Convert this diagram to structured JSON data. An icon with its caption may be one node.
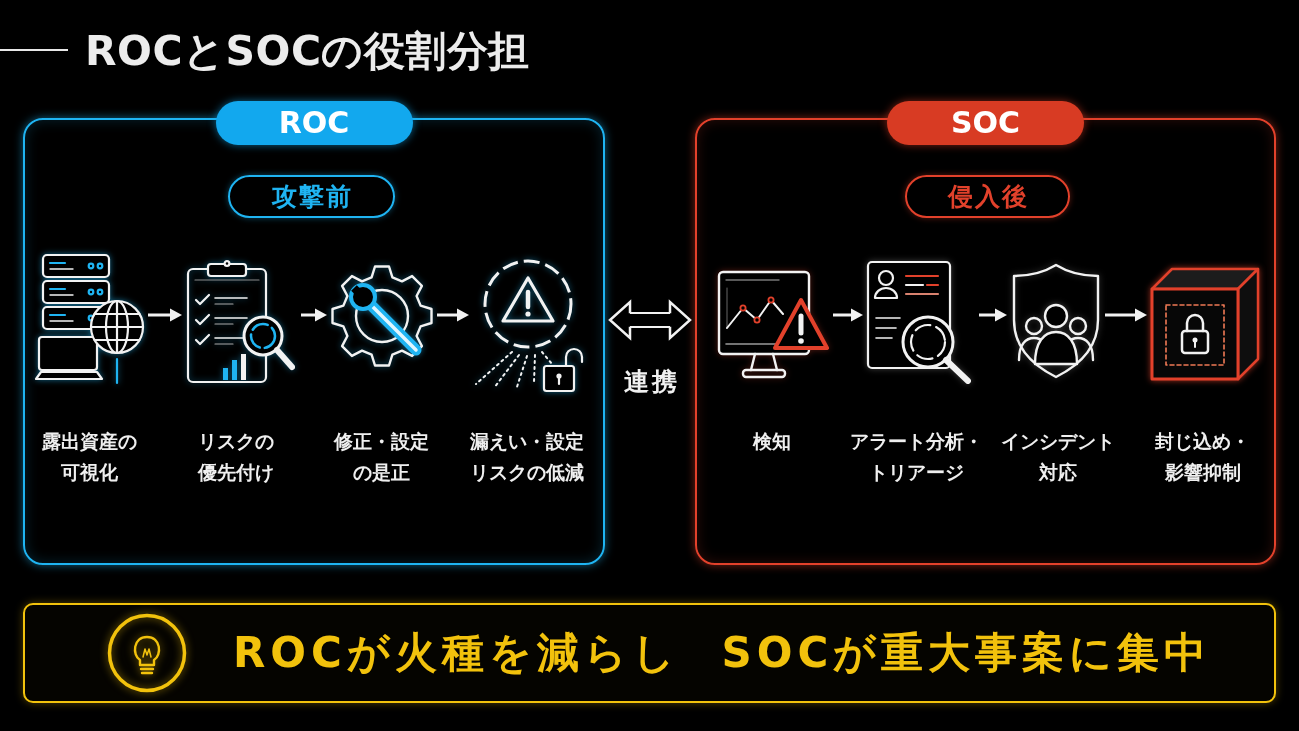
{
  "diagram": {
    "title": "ROCとSOCの役割分担",
    "nodes": [
      {
        "text": [
          "ROC"
        ]
      },
      {
        "text": [
          "攻撃前"
        ],
        "in": 0
      },
      {
        "text": [],
        "shape": "picture",
        "in": 0,
        "beside": [
          "露出資産の可視化"
        ]
      },
      {
        "text": [],
        "shape": "picture",
        "in": 0,
        "beside": [
          "リスクの優先付け"
        ]
      },
      {
        "text": [],
        "shape": "picture",
        "in": 0,
        "beside": [
          "修正・設定の是正"
        ]
      },
      {
        "text": [],
        "shape": "picture",
        "in": 0,
        "beside": [
          "漏えい・設定リスクの低減"
        ]
      },
      {
        "text": [
          "SOC"
        ]
      },
      {
        "text": [
          "侵入後"
        ],
        "in": 6
      },
      {
        "text": [],
        "shape": "picture",
        "in": 6,
        "beside": [
          "検知"
        ]
      },
      {
        "text": [],
        "shape": "picture",
        "in": 6,
        "beside": [
          "アラート分析・トリアージ"
        ]
      },
      {
        "text": [],
        "shape": "picture",
        "in": 6,
        "beside": [
          "インシデント対応"
        ]
      },
      {
        "text": [],
        "shape": "picture",
        "in": 6,
        "beside": [
          "封じ込め・影響抑制"
        ]
      },
      {
        "text": [
          "ROCが火種を減らし SOCが重大事案に集中"
        ]
      }
    ],
    "edges": [
      {
        "from": 2,
        "to": 3,
        "arrow": "to"
      },
      {
        "from": 3,
        "to": 4,
        "arrow": "to"
      },
      {
        "from": 4,
        "to": 5,
        "arrow": "to"
      },
      {
        "from": 0,
        "to": 6,
        "arrow": "both",
        "label": "連携",
        "style": "thick"
      },
      {
        "from": 8,
        "to": 9,
        "arrow": "to"
      },
      {
        "from": 9,
        "to": 10,
        "arrow": "to"
      },
      {
        "from": 10,
        "to": 11,
        "arrow": "to"
      }
    ]
  }
}
